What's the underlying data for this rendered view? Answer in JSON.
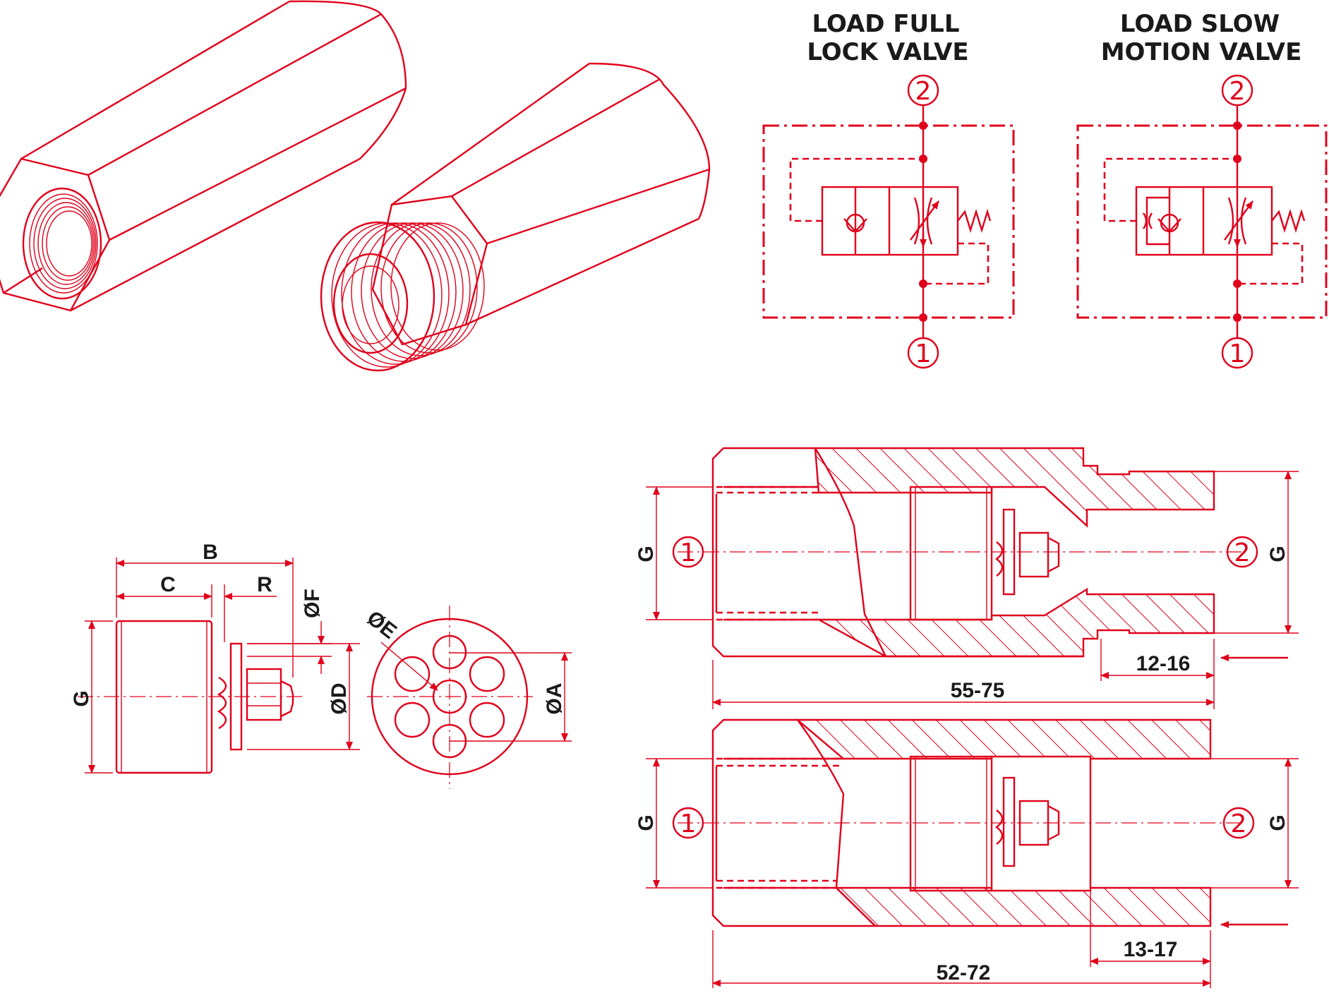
{
  "symbols": {
    "left_title_line1": "LOAD FULL",
    "left_title_line2": "LOCK VALVE",
    "right_title_line1": "LOAD SLOW",
    "right_title_line2": "MOTION VALVE",
    "port_top": "2",
    "port_bottom": "1"
  },
  "cartridge": {
    "label_B": "B",
    "label_C": "C",
    "label_R": "R",
    "label_F": "ØF",
    "label_G": "G",
    "label_D": "ØD",
    "label_E": "ØE",
    "label_A": "ØA"
  },
  "section_top": {
    "label_G_left": "G",
    "label_G_right": "G",
    "port_left": "1",
    "port_right": "2",
    "dim_small": "12-16",
    "dim_total": "55-75"
  },
  "section_bottom": {
    "label_G_left": "G",
    "label_G_right": "G",
    "port_left": "1",
    "port_right": "2",
    "dim_small": "13-17",
    "dim_total": "52-72"
  },
  "colors": {
    "line": "#e0001b",
    "text": "#1a1a1a",
    "background": "#ffffff"
  }
}
